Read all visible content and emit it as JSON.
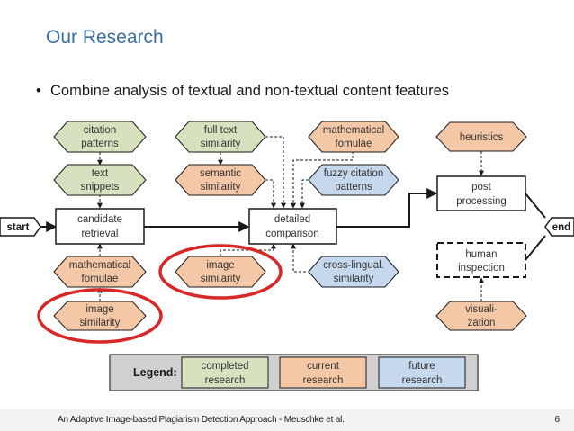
{
  "slide": {
    "title": "Our Research",
    "bullet": "Combine analysis of textual and non-textual content features"
  },
  "nodes": {
    "citation_patterns": [
      "citation",
      "patterns"
    ],
    "text_snippets": [
      "text",
      "snippets"
    ],
    "full_text_similarity": [
      "full text",
      "similarity"
    ],
    "semantic_similarity": [
      "semantic",
      "similarity"
    ],
    "mathematical_fomulae_top": [
      "mathematical",
      "fomulae"
    ],
    "fuzzy_citation_patterns": [
      "fuzzy citation",
      "patterns"
    ],
    "heuristics": [
      "heuristics"
    ],
    "start": "start",
    "candidate_retrieval": [
      "candidate",
      "retrieval"
    ],
    "detailed_comparison": [
      "detailed",
      "comparison"
    ],
    "post_processing": [
      "post",
      "processing"
    ],
    "end": "end",
    "mathematical_fomulae_left": [
      "mathematical",
      "fomulae"
    ],
    "image_similarity_mid": [
      "image",
      "similarity"
    ],
    "cross_lingual_similarity": [
      "cross-lingual.",
      "similarity"
    ],
    "human_inspection": [
      "human",
      "inspection"
    ],
    "image_similarity_left": [
      "image",
      "similarity"
    ],
    "visualization": [
      "visuali-",
      "zation"
    ]
  },
  "legend": {
    "title": "Legend:",
    "completed": [
      "completed",
      "research"
    ],
    "current": [
      "current",
      "research"
    ],
    "future": [
      "future",
      "research"
    ]
  },
  "colors": {
    "completed": "#d6e2bf",
    "current": "#f4c8a6",
    "future": "#c6d8ed",
    "title": "#3c6e9f",
    "highlight": "#d92626"
  },
  "footer": {
    "text": "An Adaptive Image-based Plagiarism Detection Approach - Meuschke et al.",
    "page": "6"
  }
}
